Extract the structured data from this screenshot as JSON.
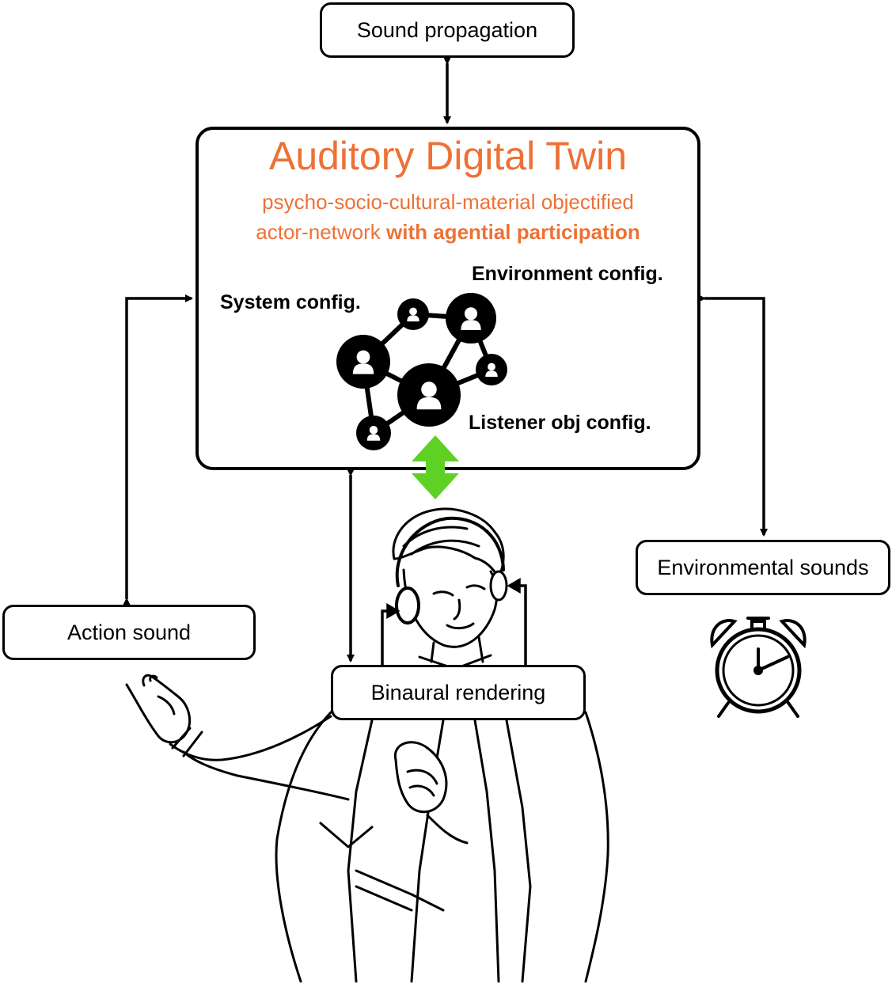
{
  "diagram": {
    "main_box": {
      "title": "Auditory Digital Twin",
      "subtitle_line1": "psycho-socio-cultural-material objectified",
      "subtitle_line2_normal": "actor-network ",
      "subtitle_line2_bold": "with agential participation",
      "title_color": "#ED7136"
    },
    "configs": {
      "system": "System config.",
      "environment": "Environment config.",
      "listener": "Listener obj config."
    },
    "nodes": {
      "sound_propagation": "Sound propagation",
      "action_sound": "Action sound",
      "binaural_rendering": "Binaural rendering",
      "environmental_sounds": "Environmental sounds"
    },
    "icons": {
      "network": "actor-network-icon",
      "listener": "person-with-headphones-illustration",
      "clock": "alarm-clock-icon",
      "green_arrow_color": "#5FD125"
    }
  }
}
